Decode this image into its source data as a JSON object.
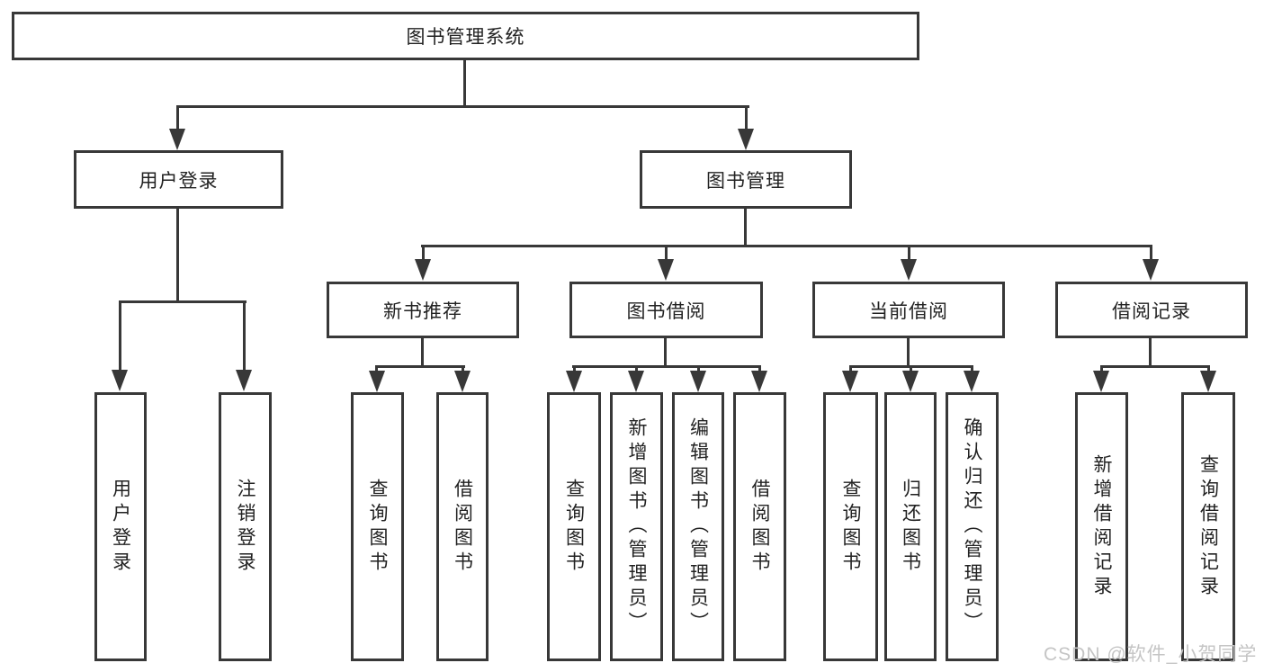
{
  "diagram": {
    "root": {
      "label": "图书管理系统"
    },
    "branches": [
      {
        "label": "用户登录",
        "children": [
          {
            "label": "用户登录"
          },
          {
            "label": "注销登录"
          }
        ]
      },
      {
        "label": "图书管理",
        "sections": [
          {
            "label": "新书推荐",
            "children": [
              {
                "label": "查询图书"
              },
              {
                "label": "借阅图书"
              }
            ]
          },
          {
            "label": "图书借阅",
            "children": [
              {
                "label": "查询图书"
              },
              {
                "label": "新增图书（管理员）"
              },
              {
                "label": "编辑图书（管理员）"
              },
              {
                "label": "借阅图书"
              }
            ]
          },
          {
            "label": "当前借阅",
            "children": [
              {
                "label": "查询图书"
              },
              {
                "label": "归还图书"
              },
              {
                "label": "确认归还（管理员）"
              }
            ]
          },
          {
            "label": "借阅记录",
            "children": [
              {
                "label": "新增借阅记录"
              },
              {
                "label": "查询借阅记录"
              }
            ]
          }
        ]
      }
    ]
  },
  "watermark": {
    "text": "CSDN @软件_小贺同学"
  },
  "colors": {
    "line": "#383838",
    "box_border": "#383838",
    "background": "#ffffff",
    "watermark": "#c5c5c5"
  }
}
